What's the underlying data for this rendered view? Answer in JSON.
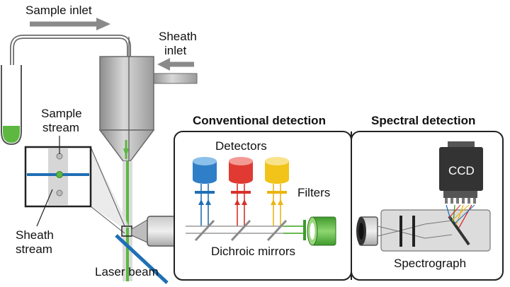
{
  "labels": {
    "sample_inlet": "Sample inlet",
    "sheath_inlet_1": "Sheath",
    "sheath_inlet_2": "inlet",
    "sample_stream_1": "Sample",
    "sample_stream_2": "stream",
    "sheath_stream_1": "Sheath",
    "sheath_stream_2": "stream",
    "laser_beam": "Laser beam",
    "conventional_detection": "Conventional detection",
    "spectral_detection": "Spectral detection",
    "detectors": "Detectors",
    "filters": "Filters",
    "dichroic_mirrors": "Dichroic mirrors",
    "ccd": "CCD",
    "spectrograph": "Spectrograph"
  },
  "colors": {
    "sample_fluid": "#5cb841",
    "laser": "#1f6fb5",
    "detector_blue": "#2f7ec8",
    "detector_red": "#e03a32",
    "detector_yellow": "#f2c318",
    "lens_green": "#5cb841",
    "arrow_gray": "#8a8a8a",
    "hardware_gray": "#9a9a9a"
  }
}
